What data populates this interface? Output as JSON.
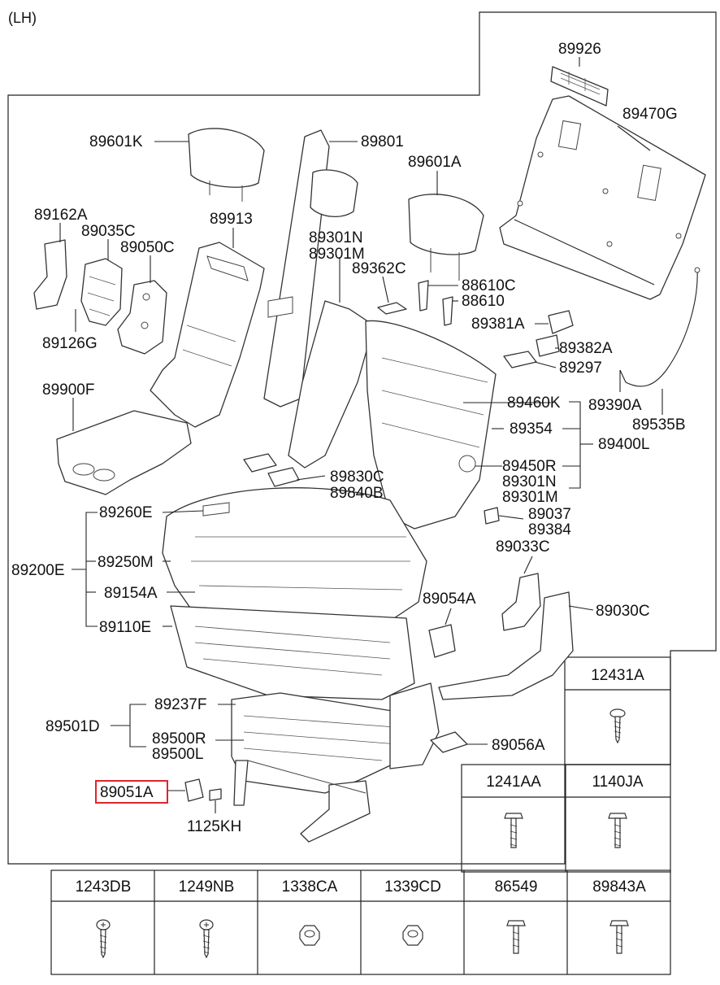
{
  "header": {
    "variant": "(LH)"
  },
  "callouts": {
    "c89926": "89926",
    "c89470G": "89470G",
    "c89601K": "89601K",
    "c89801": "89801",
    "c89601A": "89601A",
    "c89162A": "89162A",
    "c89035C": "89035C",
    "c89050C": "89050C",
    "c89913": "89913",
    "c89301N_a": "89301N",
    "c89301M_a": "89301M",
    "c89362C": "89362C",
    "c88610C": "88610C",
    "c88610": "88610",
    "c89381A": "89381A",
    "c89382A": "89382A",
    "c89126G": "89126G",
    "c89297": "89297",
    "c89900F": "89900F",
    "c89390A": "89390A",
    "c89460K": "89460K",
    "c89535B": "89535B",
    "c89354": "89354",
    "c89400L": "89400L",
    "c89830C": "89830C",
    "c89840B": "89840B",
    "c89450R": "89450R",
    "c89301N_b": "89301N",
    "c89301M_b": "89301M",
    "c89260E": "89260E",
    "c89037": "89037",
    "c89384": "89384",
    "c89033C": "89033C",
    "c89200E": "89200E",
    "c89250M": "89250M",
    "c89154A": "89154A",
    "c89054A": "89054A",
    "c89030C": "89030C",
    "c89110E": "89110E",
    "c89237F": "89237F",
    "c89501D": "89501D",
    "c89500R": "89500R",
    "c89500L": "89500L",
    "c89056A": "89056A",
    "c89051A": "89051A",
    "c1125KH": "1125KH"
  },
  "fastener_table": {
    "right_column": [
      {
        "code": "12431A",
        "icon": "screw-icon"
      },
      {
        "code": "1241AA",
        "icon": "bolt-icon"
      },
      {
        "code": "1140JA",
        "icon": "bolt-icon"
      }
    ],
    "bottom_row": [
      {
        "code": "1243DB",
        "icon": "screw-icon"
      },
      {
        "code": "1249NB",
        "icon": "screw-icon"
      },
      {
        "code": "1338CA",
        "icon": "nut-icon"
      },
      {
        "code": "1339CD",
        "icon": "nut-icon"
      },
      {
        "code": "86549",
        "icon": "bolt-icon"
      },
      {
        "code": "89843A",
        "icon": "bolt-icon"
      }
    ]
  },
  "highlight": {
    "part": "89051A",
    "color": "#e0242b"
  }
}
